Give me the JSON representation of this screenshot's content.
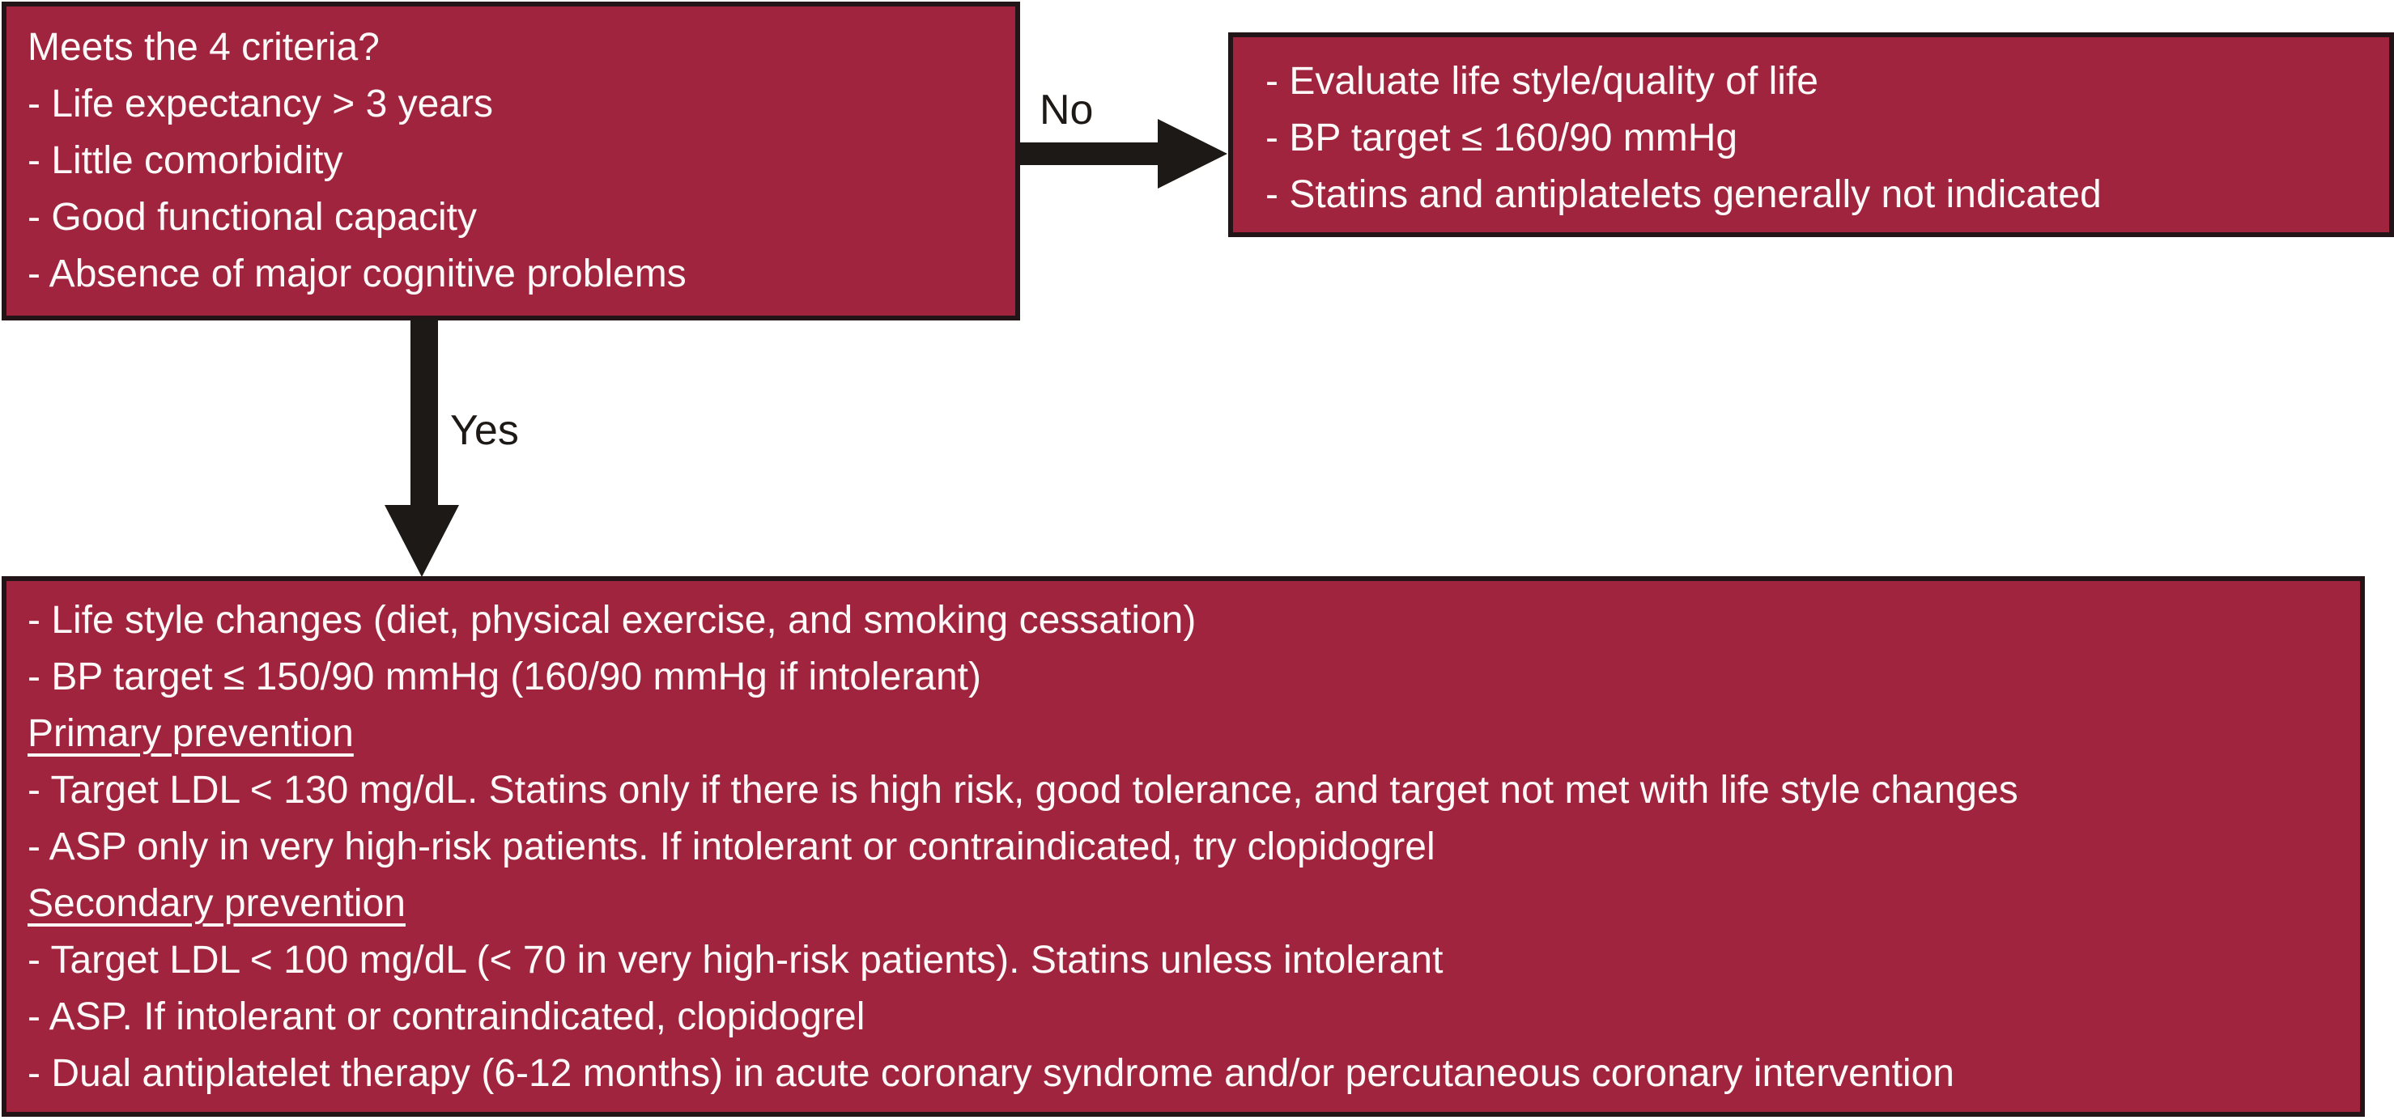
{
  "figure": {
    "background": "#FFFFFF",
    "box_fill": "#A0243E",
    "box_border": "#231418",
    "arrow_color": "#1D1916",
    "text_color": "#FCF9F8",
    "label_color": "#1D1916"
  },
  "criteria_box": {
    "lines": [
      "Meets the 4 criteria?",
      "- Life expectancy > 3 years",
      "- Little comorbidity",
      "- Good functional capacity",
      "- Absence of major cognitive problems"
    ]
  },
  "no_branch": {
    "label": "No",
    "outcome_lines": [
      "- Evaluate life style/quality of life",
      "- BP target ≤ 160/90 mmHg",
      "- Statins and antiplatelets generally not indicated"
    ]
  },
  "yes_branch": {
    "label": "Yes",
    "outcome_lines": [
      "- Life style changes (diet, physical exercise, and smoking cessation)",
      "- BP target ≤ 150/90 mmHg (160/90 mmHg if intolerant)",
      "Primary prevention",
      "- Target LDL < 130 mg/dL. Statins only if there is high risk, good tolerance, and target not met with life style changes",
      "- ASP only in very high-risk patients. If intolerant or contraindicated, try clopidogrel",
      "Secondary prevention",
      "- Target LDL < 100 mg/dL (< 70 in very high-risk patients). Statins unless intolerant",
      "- ASP. If intolerant or contraindicated, clopidogrel",
      "- Dual antiplatelet therapy (6-12 months) in acute coronary syndrome and/or percutaneous coronary intervention"
    ]
  }
}
